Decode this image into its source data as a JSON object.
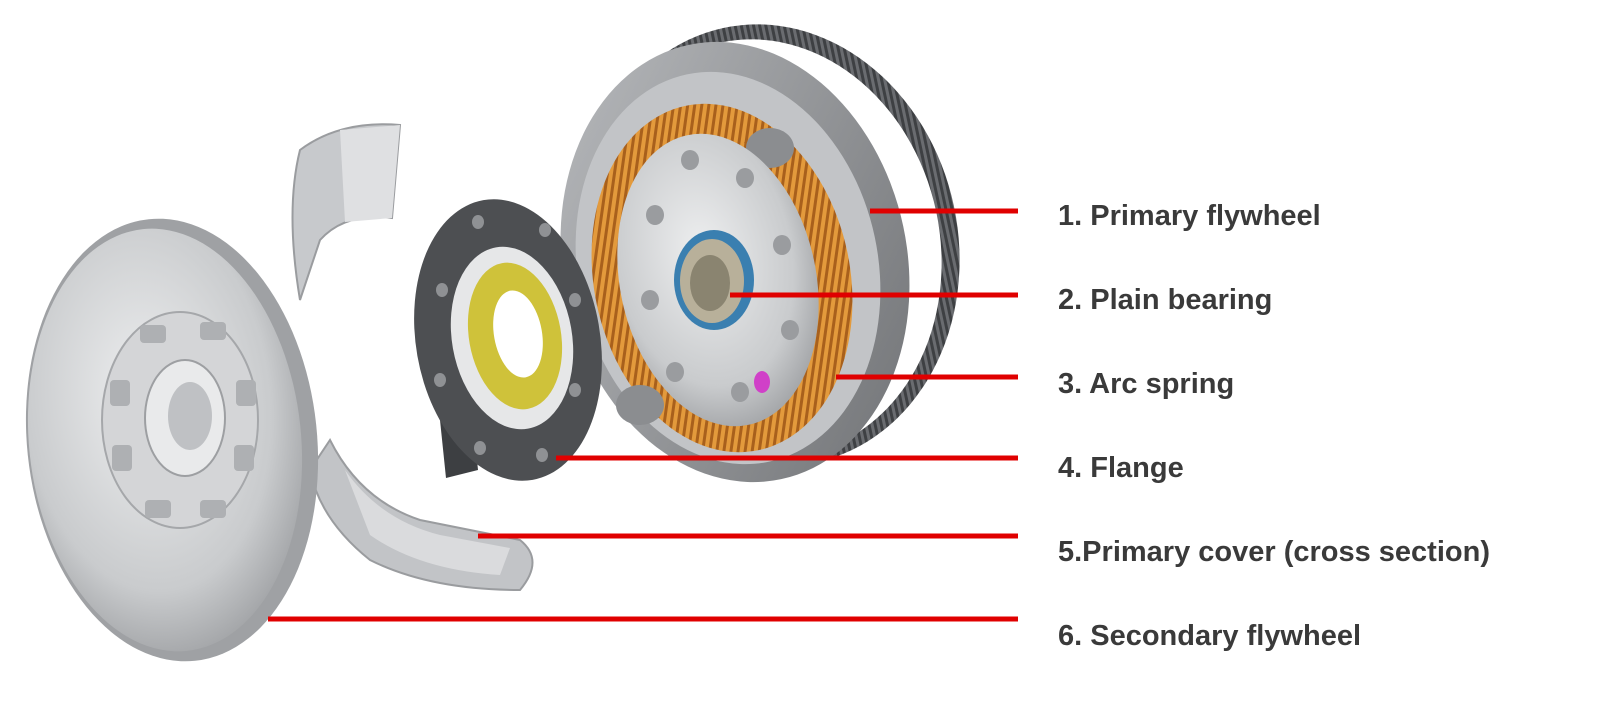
{
  "labels": [
    {
      "text": "1. Primary flywheel"
    },
    {
      "text": "2. Plain bearing"
    },
    {
      "text": "3. Arc spring"
    },
    {
      "text": "4. Flange"
    },
    {
      "text": "5.Primary cover (cross section)"
    },
    {
      "text": "6. Secondary flywheel"
    }
  ],
  "colors": {
    "leader_line": "#e00000",
    "label_text": "#3a3a3a",
    "metal_light": "#d9dadc",
    "metal_mid": "#a9abae",
    "metal_dark": "#6e7073",
    "flange": "#4d4f52",
    "spring": "#d98a2e",
    "hub_gold": "#cfc23a",
    "bearing_blue": "#3a7fb0"
  },
  "icons": [
    "secondary-flywheel-illustration",
    "primary-cover-illustration",
    "flange-illustration",
    "primary-flywheel-illustration"
  ]
}
